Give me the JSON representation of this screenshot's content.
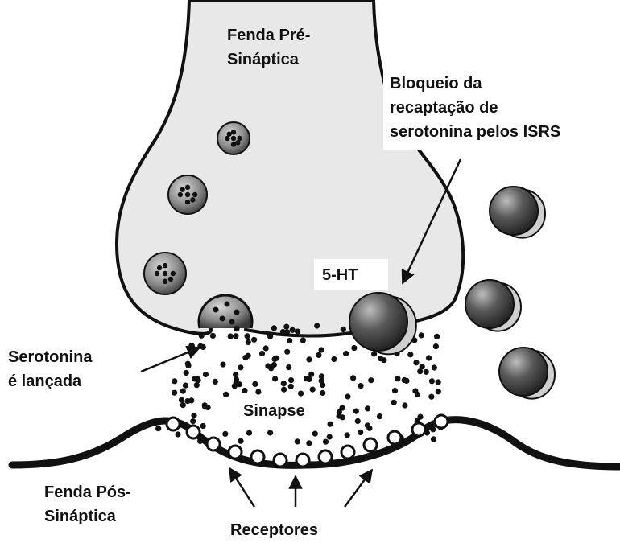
{
  "labels": {
    "presynaptic_1": "Fenda Pré-",
    "presynaptic_2": "Sináptica",
    "blocker_1": "Bloqueio da",
    "blocker_2": "recaptação de",
    "blocker_3": "serotonina pelos ISRS",
    "ht": "5-HT",
    "released_1": "Serotonina",
    "released_2": "é lançada",
    "synapse": "Sinapse",
    "postsynaptic_1": "Fenda Pós-",
    "postsynaptic_2": "Sináptica",
    "receptors": "Receptores"
  },
  "colors": {
    "terminal_fill": "#e8e8e8",
    "outline": "#111111",
    "dot": "#111111",
    "receptor_fill": "#ffffff",
    "blocker_dark": "#3a3a3a",
    "blocker_light": "#cfcfcf"
  }
}
